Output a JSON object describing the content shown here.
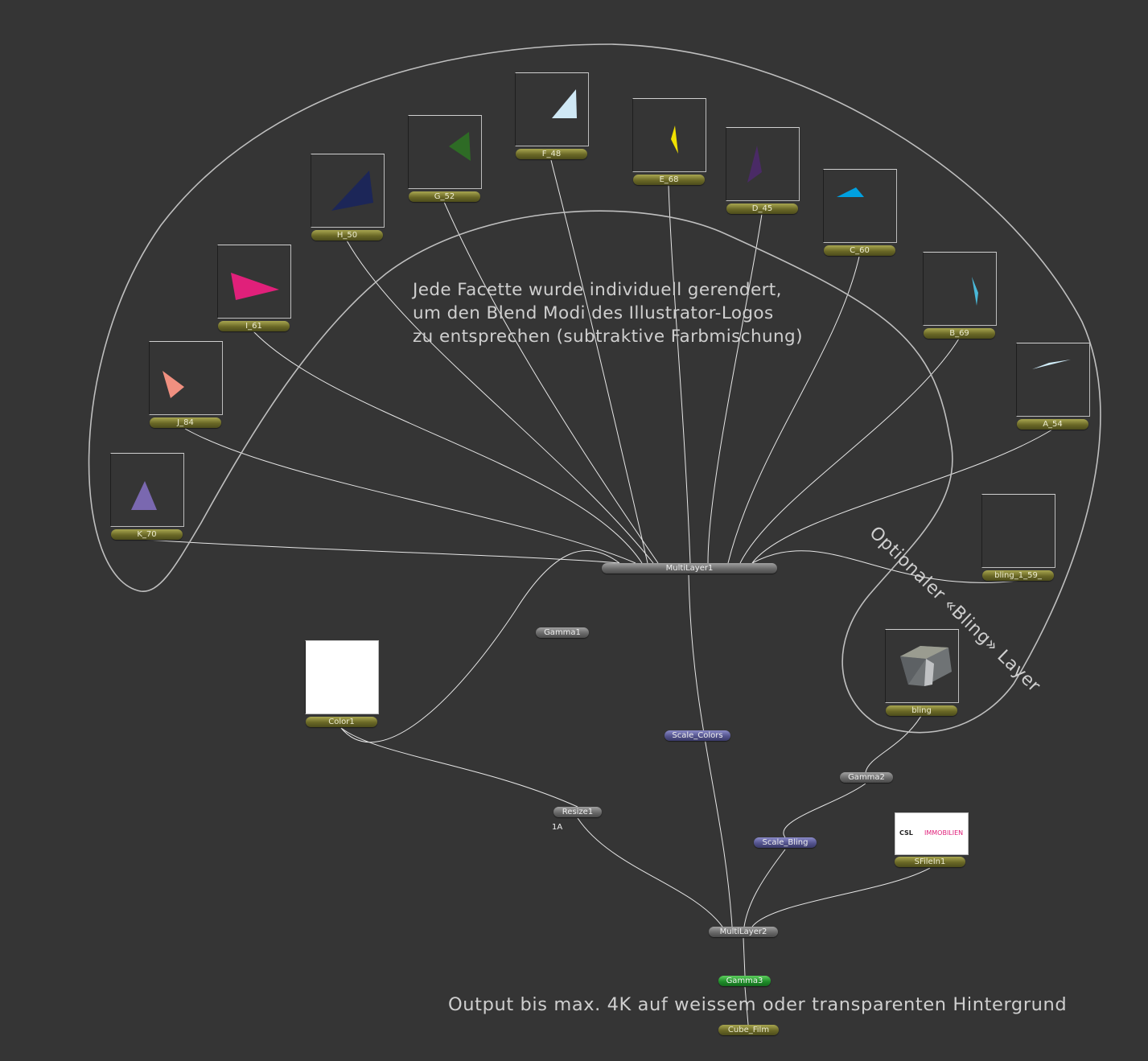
{
  "annotations": {
    "facets_line1": "Jede Facette wurde individuell gerendert,",
    "facets_line2": "um den Blend Modi des Illustrator-Logos",
    "facets_line3": "zu entsprechen (subtraktive Farbmischung)",
    "bling_note": "Optionaler «Bling» Layer",
    "output_note": "Output bis max. 4K auf weissem oder transparenten Hintergrund"
  },
  "facet_nodes": [
    {
      "label": "F_48",
      "color": "#cfe8f5"
    },
    {
      "label": "G_52",
      "color": "#2e6b25"
    },
    {
      "label": "E_68",
      "color": "#f0e000"
    },
    {
      "label": "H_50",
      "color": "#1c2658"
    },
    {
      "label": "D_45",
      "color": "#4a2a66"
    },
    {
      "label": "C_60",
      "color": "#00a0e0"
    },
    {
      "label": "I_61",
      "color": "#e0207a"
    },
    {
      "label": "B_69",
      "color": "#4ab8d8"
    },
    {
      "label": "J_84",
      "color": "#f09080"
    },
    {
      "label": "A_54",
      "color": "#d0ecf8"
    },
    {
      "label": "K_70",
      "color": "#7a68b0"
    },
    {
      "label": "bling_1_59_",
      "color": ""
    },
    {
      "label": "bling",
      "color": "#8a8e90"
    },
    {
      "label": "Color1",
      "color": "#ffffff"
    }
  ],
  "tool_nodes": {
    "multilayer1": "MultiLayer1",
    "gamma1": "Gamma1",
    "scale_colors": "Scale_Colors",
    "gamma2": "Gamma2",
    "resize1": "Resize1",
    "resize1_sub": "1A",
    "scale_bling": "Scale_Bling",
    "multilayer2": "MultiLayer2",
    "gamma3": "Gamma3",
    "cube_film": "Cube_Film",
    "sfilein1": "SFileIn1"
  },
  "logo": {
    "left": "CSL",
    "right": "IMMOBILIEN",
    "right_color": "#e0207a"
  }
}
